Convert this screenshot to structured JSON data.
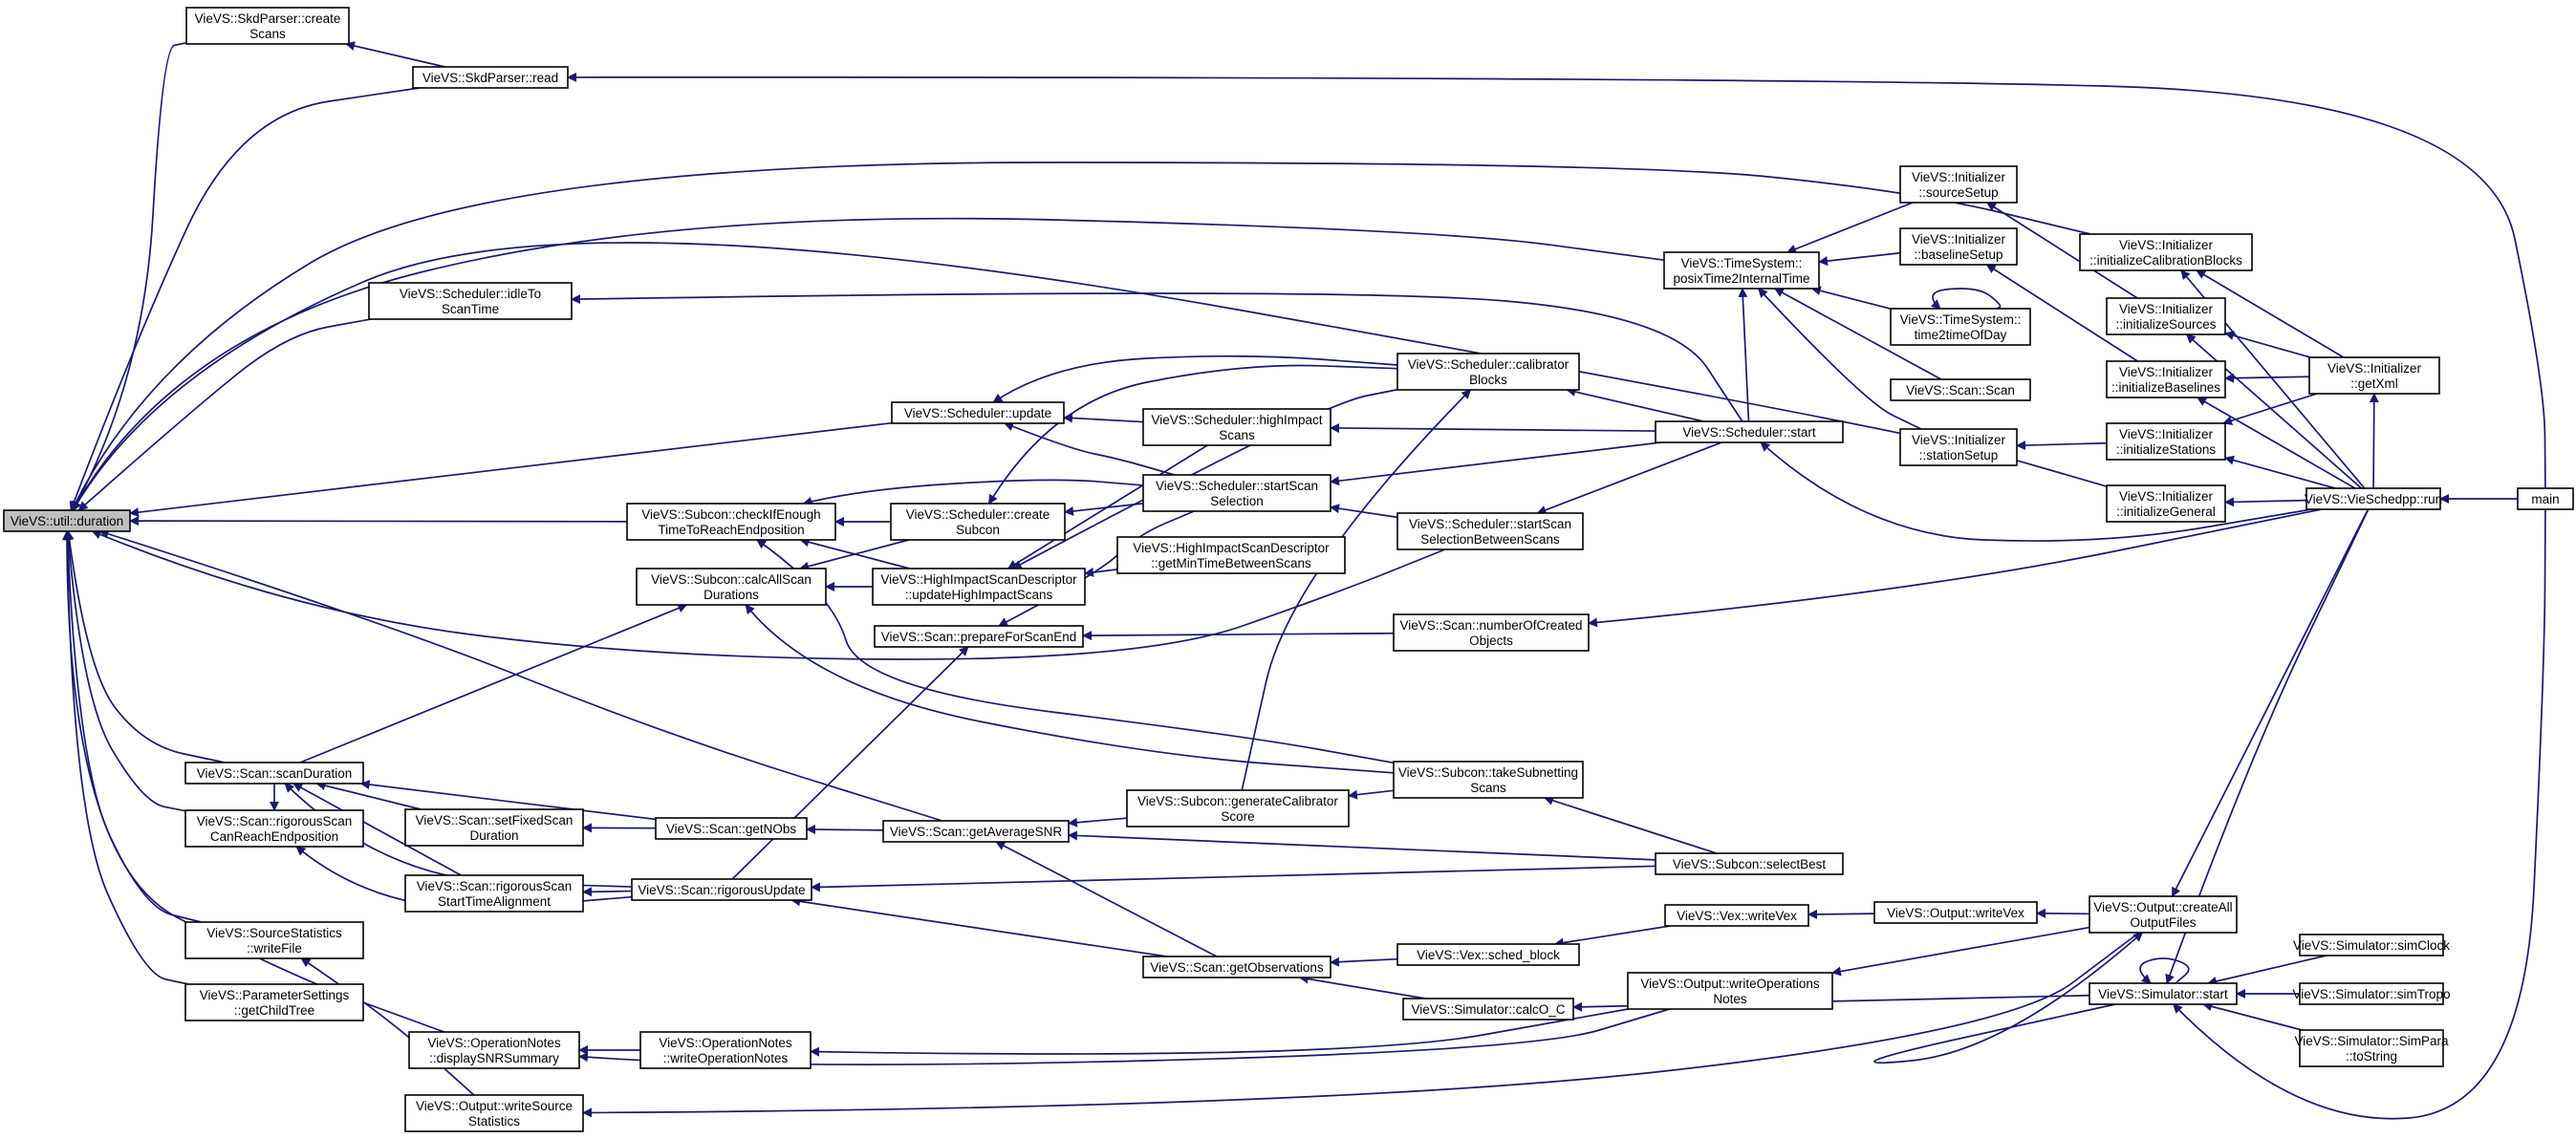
{
  "colors": {
    "edge": "#191970",
    "node_border": "#000000",
    "root_fill": "#bfbfbf",
    "node_fill": "#ffffff"
  },
  "nodes": [
    {
      "id": "duration",
      "lines": [
        "VieVS::util::duration"
      ]
    },
    {
      "id": "skd_create",
      "lines": [
        "VieVS::SkdParser::create",
        "Scans"
      ]
    },
    {
      "id": "skd_read",
      "lines": [
        "VieVS::SkdParser::read"
      ]
    },
    {
      "id": "idleTo",
      "lines": [
        "VieVS::Scheduler::idleTo",
        "ScanTime"
      ]
    },
    {
      "id": "sch_update",
      "lines": [
        "VieVS::Scheduler::update"
      ]
    },
    {
      "id": "checkIfEnough",
      "lines": [
        "VieVS::Subcon::checkIfEnough",
        "TimeToReachEndposition"
      ]
    },
    {
      "id": "sch_createSubcon",
      "lines": [
        "VieVS::Scheduler::create",
        "Subcon"
      ]
    },
    {
      "id": "calcAllScan",
      "lines": [
        "VieVS::Subcon::calcAllScan",
        "Durations"
      ]
    },
    {
      "id": "hisd_update",
      "lines": [
        "VieVS::HighImpactScanDescriptor",
        "::updateHighImpactScans"
      ]
    },
    {
      "id": "hisd_getMin",
      "lines": [
        "VieVS::HighImpactScanDescriptor",
        "::getMinTimeBetweenScans"
      ]
    },
    {
      "id": "prepEnd",
      "lines": [
        "VieVS::Scan::prepareForScanEnd"
      ]
    },
    {
      "id": "highImpact",
      "lines": [
        "VieVS::Scheduler::highImpact",
        "Scans"
      ]
    },
    {
      "id": "startScanSel",
      "lines": [
        "VieVS::Scheduler::startScan",
        "Selection"
      ]
    },
    {
      "id": "calibBlocks",
      "lines": [
        "VieVS::Scheduler::calibrator",
        "Blocks"
      ]
    },
    {
      "id": "startScanSelBetween",
      "lines": [
        "VieVS::Scheduler::startScan",
        "SelectionBetweenScans"
      ]
    },
    {
      "id": "numCreated",
      "lines": [
        "VieVS::Scan::numberOfCreated",
        "Objects"
      ]
    },
    {
      "id": "sch_start",
      "lines": [
        "VieVS::Scheduler::start"
      ]
    },
    {
      "id": "posix",
      "lines": [
        "VieVS::TimeSystem::",
        "posixTime2InternalTime"
      ]
    },
    {
      "id": "ini_sourceSetup",
      "lines": [
        "VieVS::Initializer",
        "::sourceSetup"
      ]
    },
    {
      "id": "ini_baselineSetup",
      "lines": [
        "VieVS::Initializer",
        "::baselineSetup"
      ]
    },
    {
      "id": "time2tod",
      "lines": [
        "VieVS::TimeSystem::",
        "time2timeOfDay"
      ]
    },
    {
      "id": "scan_scan",
      "lines": [
        "VieVS::Scan::Scan"
      ]
    },
    {
      "id": "ini_stationSetup",
      "lines": [
        "VieVS::Initializer",
        "::stationSetup"
      ]
    },
    {
      "id": "ini_calibBlocks",
      "lines": [
        "VieVS::Initializer",
        "::initializeCalibrationBlocks"
      ]
    },
    {
      "id": "ini_sources",
      "lines": [
        "VieVS::Initializer",
        "::initializeSources"
      ]
    },
    {
      "id": "ini_baselines",
      "lines": [
        "VieVS::Initializer",
        "::initializeBaselines"
      ]
    },
    {
      "id": "ini_stations",
      "lines": [
        "VieVS::Initializer",
        "::initializeStations"
      ]
    },
    {
      "id": "ini_general",
      "lines": [
        "VieVS::Initializer",
        "::initializeGeneral"
      ]
    },
    {
      "id": "ini_getXml",
      "lines": [
        "VieVS::Initializer",
        "::getXml"
      ]
    },
    {
      "id": "vieschedpp_run",
      "lines": [
        "VieVS::VieSchedpp::run"
      ]
    },
    {
      "id": "main",
      "lines": [
        "main"
      ]
    },
    {
      "id": "scanDuration",
      "lines": [
        "VieVS::Scan::scanDuration"
      ]
    },
    {
      "id": "rigorousReach",
      "lines": [
        "VieVS::Scan::rigorousScan",
        "CanReachEndposition"
      ]
    },
    {
      "id": "setFixed",
      "lines": [
        "VieVS::Scan::setFixedScan",
        "Duration"
      ]
    },
    {
      "id": "getNObs",
      "lines": [
        "VieVS::Scan::getNObs"
      ]
    },
    {
      "id": "getAvgSNR",
      "lines": [
        "VieVS::Scan::getAverageSNR"
      ]
    },
    {
      "id": "genCalib",
      "lines": [
        "VieVS::Subcon::generateCalibrator",
        "Score"
      ]
    },
    {
      "id": "takeSubnet",
      "lines": [
        "VieVS::Subcon::takeSubnetting",
        "Scans"
      ]
    },
    {
      "id": "selectBest",
      "lines": [
        "VieVS::Subcon::selectBest"
      ]
    },
    {
      "id": "rigorousStart",
      "lines": [
        "VieVS::Scan::rigorousScan",
        "StartTimeAlignment"
      ]
    },
    {
      "id": "rigorousUpdate",
      "lines": [
        "VieVS::Scan::rigorousUpdate"
      ]
    },
    {
      "id": "getObs",
      "lines": [
        "VieVS::Scan::getObservations"
      ]
    },
    {
      "id": "schedBlock",
      "lines": [
        "VieVS::Vex::sched_block"
      ]
    },
    {
      "id": "writeVex",
      "lines": [
        "VieVS::Vex::writeVex"
      ]
    },
    {
      "id": "outWriteVex",
      "lines": [
        "VieVS::Output::writeVex"
      ]
    },
    {
      "id": "createAll",
      "lines": [
        "VieVS::Output::createAll",
        "OutputFiles"
      ]
    },
    {
      "id": "calcOC",
      "lines": [
        "VieVS::Simulator::calcO_C"
      ]
    },
    {
      "id": "sim_start",
      "lines": [
        "VieVS::Simulator::start"
      ]
    },
    {
      "id": "simClock",
      "lines": [
        "VieVS::Simulator::simClock"
      ]
    },
    {
      "id": "simTropo",
      "lines": [
        "VieVS::Simulator::simTropo"
      ]
    },
    {
      "id": "simPara",
      "lines": [
        "VieVS::Simulator::SimPara",
        "::toString"
      ]
    },
    {
      "id": "writeOpNotes",
      "lines": [
        "VieVS::Output::writeOperations",
        "Notes"
      ]
    },
    {
      "id": "srcStatsWrite",
      "lines": [
        "VieVS::SourceStatistics",
        "::writeFile"
      ]
    },
    {
      "id": "paramGetChild",
      "lines": [
        "VieVS::ParameterSettings",
        "::getChildTree"
      ]
    },
    {
      "id": "opDisplaySNR",
      "lines": [
        "VieVS::OperationNotes",
        "::displaySNRSummary"
      ]
    },
    {
      "id": "opWriteOp",
      "lines": [
        "VieVS::OperationNotes",
        "::writeOperationNotes"
      ]
    },
    {
      "id": "outWriteSrc",
      "lines": [
        "VieVS::Output::writeSource",
        "Statistics"
      ]
    }
  ]
}
